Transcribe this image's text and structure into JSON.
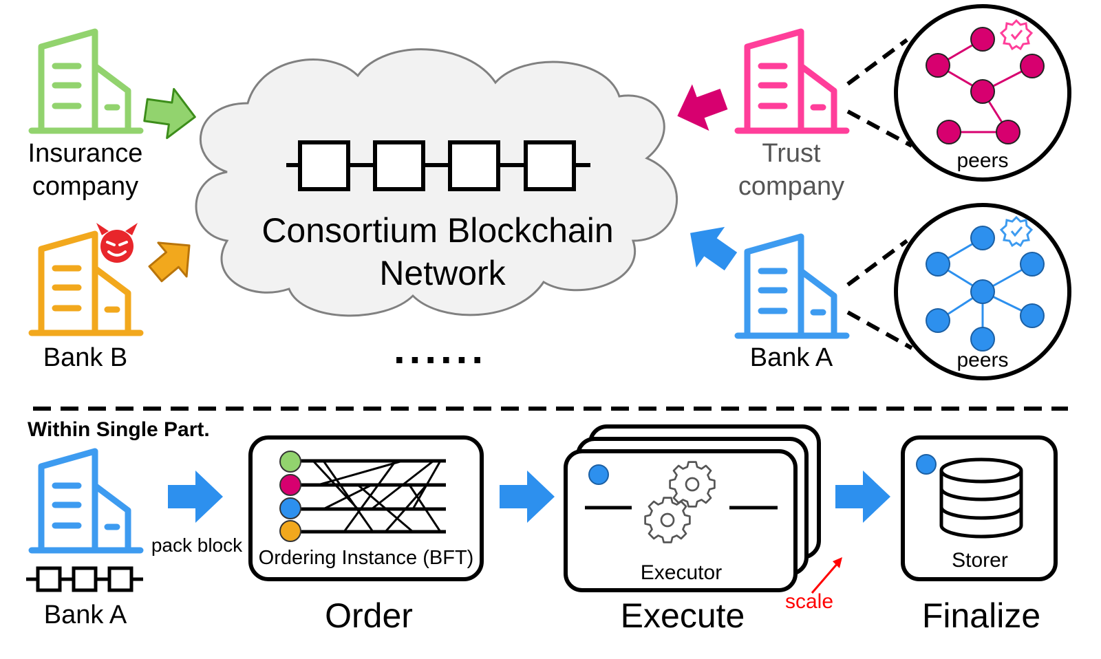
{
  "network": {
    "title_line1": "Consortium Blockchain",
    "title_line2": "Network",
    "ellipsis": "......"
  },
  "participants": {
    "insurance": {
      "line1": "Insurance",
      "line2": "company",
      "color": "#92d36e"
    },
    "bank_b": {
      "label": "Bank B",
      "color": "#f2a81d",
      "malicious_icon": "devil-icon"
    },
    "trust": {
      "line1": "Trust",
      "line2": "company",
      "color": "#ff3e9a"
    },
    "bank_a": {
      "label": "Bank A",
      "color": "#3d9bf0"
    }
  },
  "peers": {
    "trust_label": "peers",
    "bank_a_label": "peers",
    "trust_node_color": "#d7006f",
    "bank_a_node_color": "#2d90ee"
  },
  "pipeline": {
    "section_title": "Within Single Part.",
    "bank_label": "Bank A",
    "pack_label": "pack block",
    "ordering_label": "Ordering Instance (BFT)",
    "executor_label": "Executor",
    "storer_label": "Storer",
    "scale_label": "scale",
    "stage_order": "Order",
    "stage_execute": "Execute",
    "stage_finalize": "Finalize"
  },
  "colors": {
    "arrow_blue": "#2d90ee",
    "arrow_green": "#5fbd33",
    "arrow_orange": "#f2a81d",
    "arrow_magenta": "#d7006f",
    "devil_red": "#e8262b",
    "scale_red": "#ff0000",
    "order_dots": [
      "#92d36e",
      "#d7006f",
      "#2d90ee",
      "#f2a81d"
    ]
  }
}
